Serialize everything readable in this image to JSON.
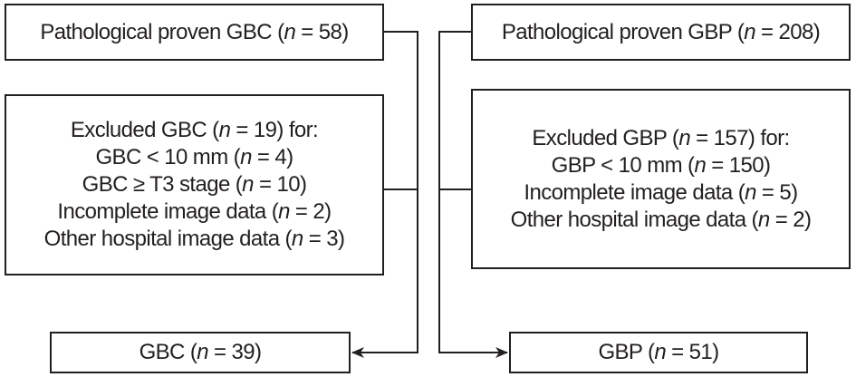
{
  "boxes": {
    "gbc_proven": {
      "pre": "Pathological proven GBC (",
      "n": "n",
      "post": " = 58)"
    },
    "gbc_excluded": [
      {
        "pre": "Excluded GBC (",
        "n": "n",
        "post": " = 19) for:"
      },
      {
        "pre": "GBC < 10 mm (",
        "n": "n",
        "post": " = 4)"
      },
      {
        "pre": "GBC ≥ T3 stage (",
        "n": "n",
        "post": " = 10)"
      },
      {
        "pre": "Incomplete image data (",
        "n": "n",
        "post": " = 2)"
      },
      {
        "pre": "Other hospital image data (",
        "n": "n",
        "post": " = 3)"
      }
    ],
    "gbc_final": {
      "pre": "GBC (",
      "n": "n",
      "post": " = 39)"
    },
    "gbp_proven": {
      "pre": "Pathological proven GBP (",
      "n": "n",
      "post": " = 208)"
    },
    "gbp_excluded": [
      {
        "pre": "Excluded GBP (",
        "n": "n",
        "post": " = 157) for:"
      },
      {
        "pre": "GBP < 10 mm (",
        "n": "n",
        "post": " = 150)"
      },
      {
        "pre": "Incomplete image data (",
        "n": "n",
        "post": " = 5)"
      },
      {
        "pre": "Other hospital image data (",
        "n": "n",
        "post": " = 2)"
      }
    ],
    "gbp_final": {
      "pre": "GBP (",
      "n": "n",
      "post": " = 51)"
    }
  },
  "colors": {
    "ink": "#231f20",
    "background": "#ffffff"
  }
}
